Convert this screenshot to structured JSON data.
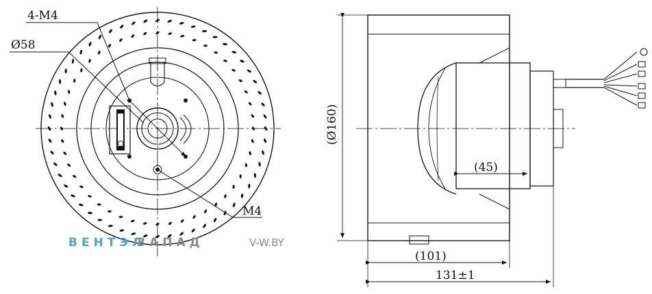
{
  "front_view": {
    "labels": {
      "thread_holes": "4-M4",
      "bolt_circle": "Ø58",
      "center_thread": "M4"
    }
  },
  "side_view": {
    "labels": {
      "outer_diameter": "(Ø160)",
      "motor_offset": "(45)",
      "impeller_width": "(101)",
      "overall_length": "131±1"
    }
  },
  "watermark": {
    "brand_part_a": "ВЕНТЭЛ",
    "brand_part_b": "ЗАПАД",
    "site": "V-W.BY"
  }
}
